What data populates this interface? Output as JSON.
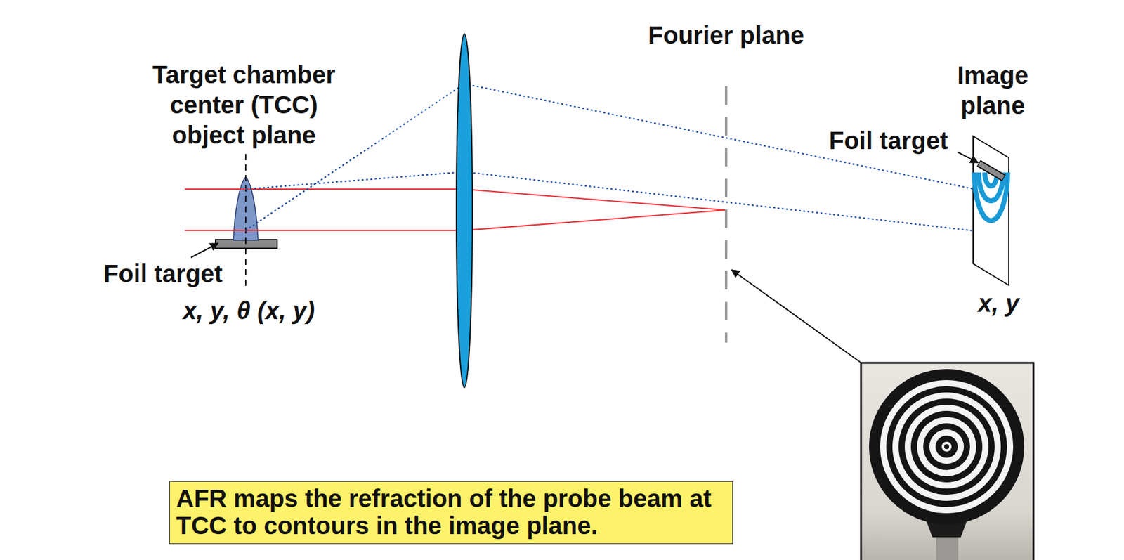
{
  "diagram": {
    "nodes": [
      {
        "text": [
          "AFR maps the refraction of the probe beam at TCC to contours in the image plane."
        ]
      }
    ],
    "labels": [
      "Target chamber center (TCC) object plane",
      "Fourier plane",
      "Image plane",
      "Foil target",
      "Foil target",
      "x, y, θ (x, y)",
      "x, y"
    ]
  }
}
